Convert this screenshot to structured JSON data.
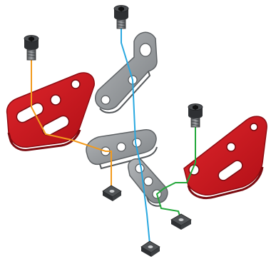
{
  "colors": {
    "background": "#ffffff",
    "red_plate": "#c8161d",
    "red_plate_edge": "#8e0c12",
    "gray_link": "#8f9396",
    "gray_link_edge": "#5f6366",
    "bolt_head": "#2e3033",
    "bolt_shank": "#6a6d70",
    "orange_path": "#f29a1d",
    "blue_path": "#29a8e0",
    "green_path": "#22a83a",
    "nut": "#3a3c3f"
  },
  "parts": {
    "screws": [
      {
        "name": "hex-socket-bolt-left",
        "path_color": "orange"
      },
      {
        "name": "hex-socket-bolt-center",
        "path_color": "blue"
      },
      {
        "name": "hex-socket-bolt-right",
        "path_color": "green"
      }
    ],
    "plates": [
      {
        "name": "red-plate-left"
      },
      {
        "name": "red-plate-right"
      }
    ],
    "links": [
      {
        "name": "gray-bent-link-top"
      },
      {
        "name": "gray-link-middle"
      },
      {
        "name": "gray-link-lower"
      }
    ],
    "nuts": [
      {
        "name": "square-nut-left"
      },
      {
        "name": "square-nut-right"
      },
      {
        "name": "square-nut-bottom"
      }
    ]
  }
}
